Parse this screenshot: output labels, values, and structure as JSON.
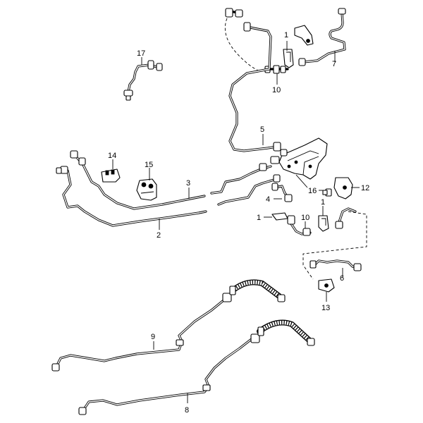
{
  "labels": {
    "p1a": "1",
    "p1b": "1",
    "p1c": "1",
    "p2": "2",
    "p3": "3",
    "p4": "4",
    "p5": "5",
    "p6": "6",
    "p7": "7",
    "p8": "8",
    "p9": "9",
    "p10a": "10",
    "p10b": "10",
    "p12": "12",
    "p13": "13",
    "p14": "14",
    "p15": "15",
    "p16": "16",
    "p17": "17"
  }
}
